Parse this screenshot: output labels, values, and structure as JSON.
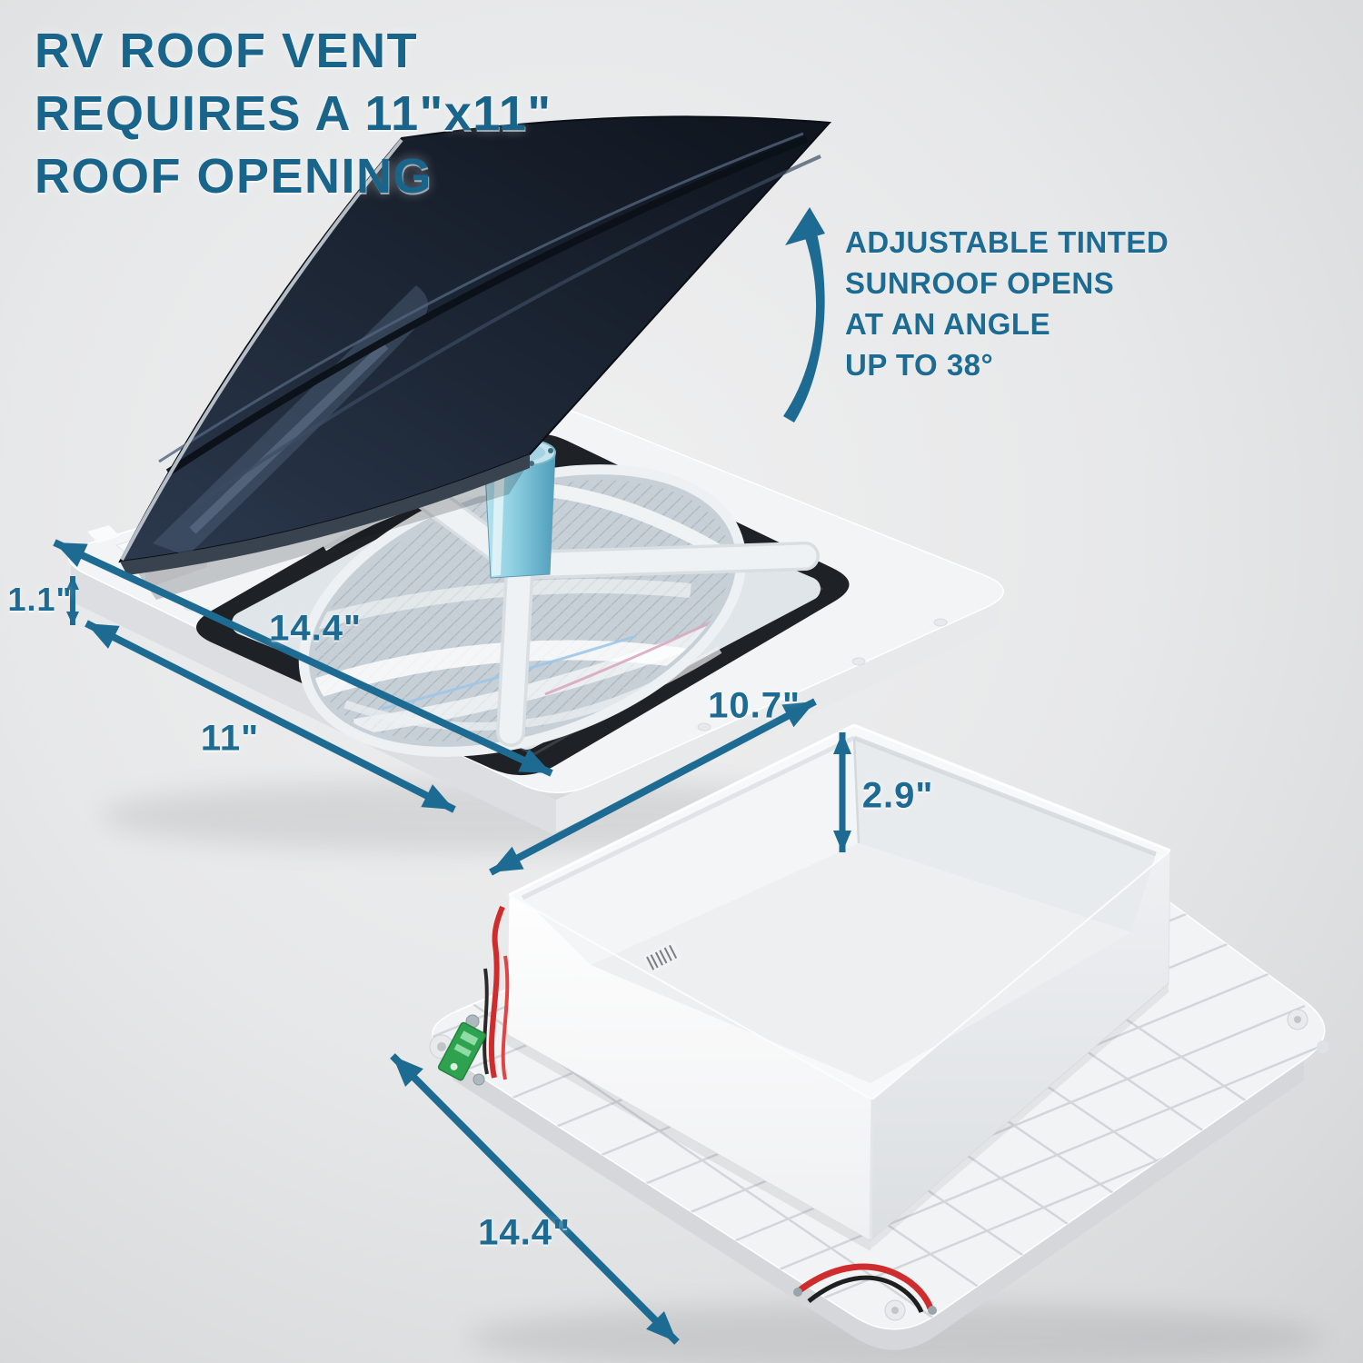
{
  "title": {
    "line1": "RV ROOF VENT",
    "line2": "REQUIRES A 11\"x11\"",
    "line3": "ROOF OPENING"
  },
  "callout": {
    "line1": "ADJUSTABLE TINTED",
    "line2": "SUNROOF OPENS",
    "line3": "AT AN ANGLE",
    "line4": "UP TO 38°"
  },
  "dimensions": {
    "flange_thickness": "1.1\"",
    "flange_width": "14.4\"",
    "roof_opening": "11\"",
    "riser_width": "10.7\"",
    "riser_height": "2.9\"",
    "base_width": "14.4\""
  },
  "colors": {
    "accent": "#1d6b92",
    "title_text": "#19648a",
    "lid_tint": "#1c2533",
    "seal_rim": "#1e2125",
    "motor_teal": "#5fa8c2",
    "background_edge": "#bbbdbf"
  }
}
